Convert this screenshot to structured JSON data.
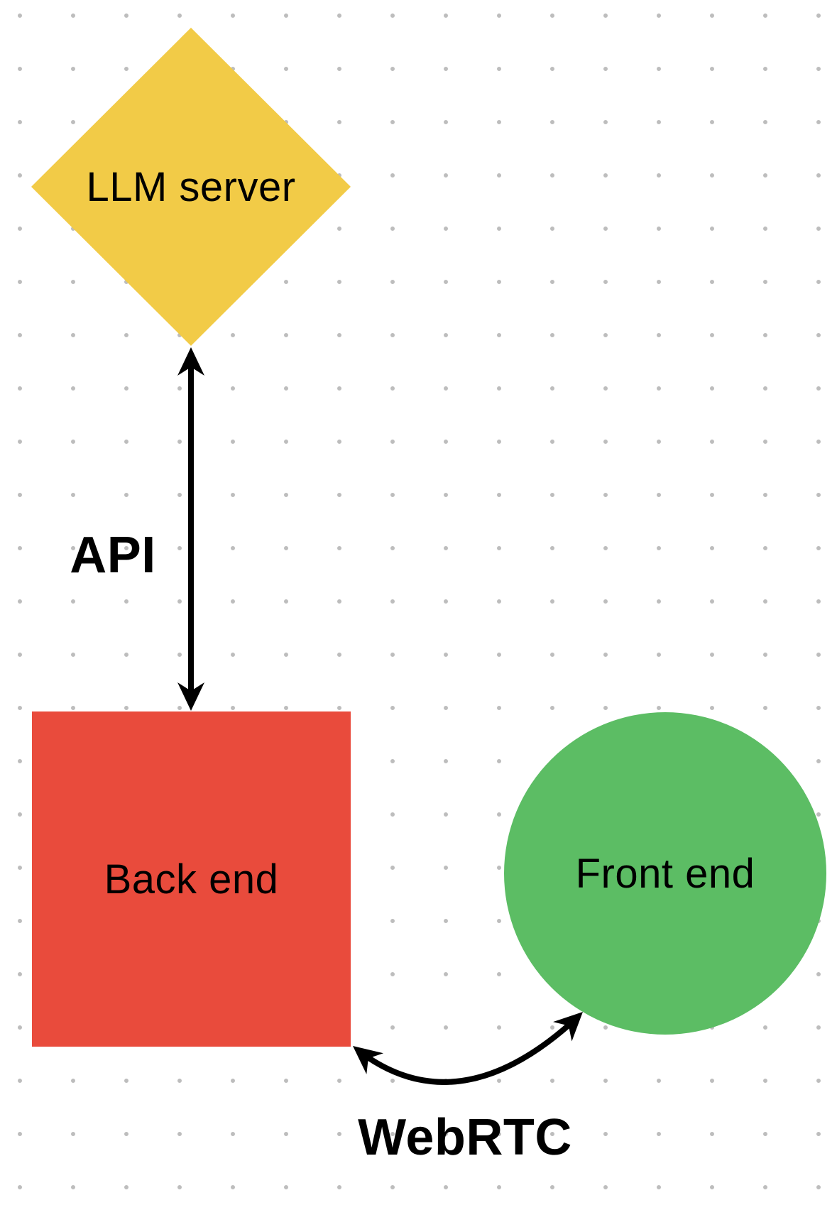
{
  "colors": {
    "canvas_bg": "#FFFFFF",
    "grid_dot": "#BDBDBD",
    "node_llm_server": "#F2CB47",
    "node_back_end": "#E94B3C",
    "node_front_end": "#5CBD64",
    "arrow": "#000000",
    "label_text": "#000000"
  },
  "diagram": {
    "nodes": [
      {
        "id": "llm-server",
        "shape": "diamond",
        "label": "LLM server",
        "color": "#F2CB47"
      },
      {
        "id": "back-end",
        "shape": "rectangle",
        "label": "Back end",
        "color": "#E94B3C"
      },
      {
        "id": "front-end",
        "shape": "circle",
        "label": "Front end",
        "color": "#5CBD64"
      }
    ],
    "edges": [
      {
        "id": "api",
        "label": "API",
        "from": "llm-server",
        "to": "back-end",
        "style": "straight-double-arrow"
      },
      {
        "id": "webrtc",
        "label": "WebRTC",
        "from": "back-end",
        "to": "front-end",
        "style": "curved-double-arrow"
      }
    ]
  }
}
